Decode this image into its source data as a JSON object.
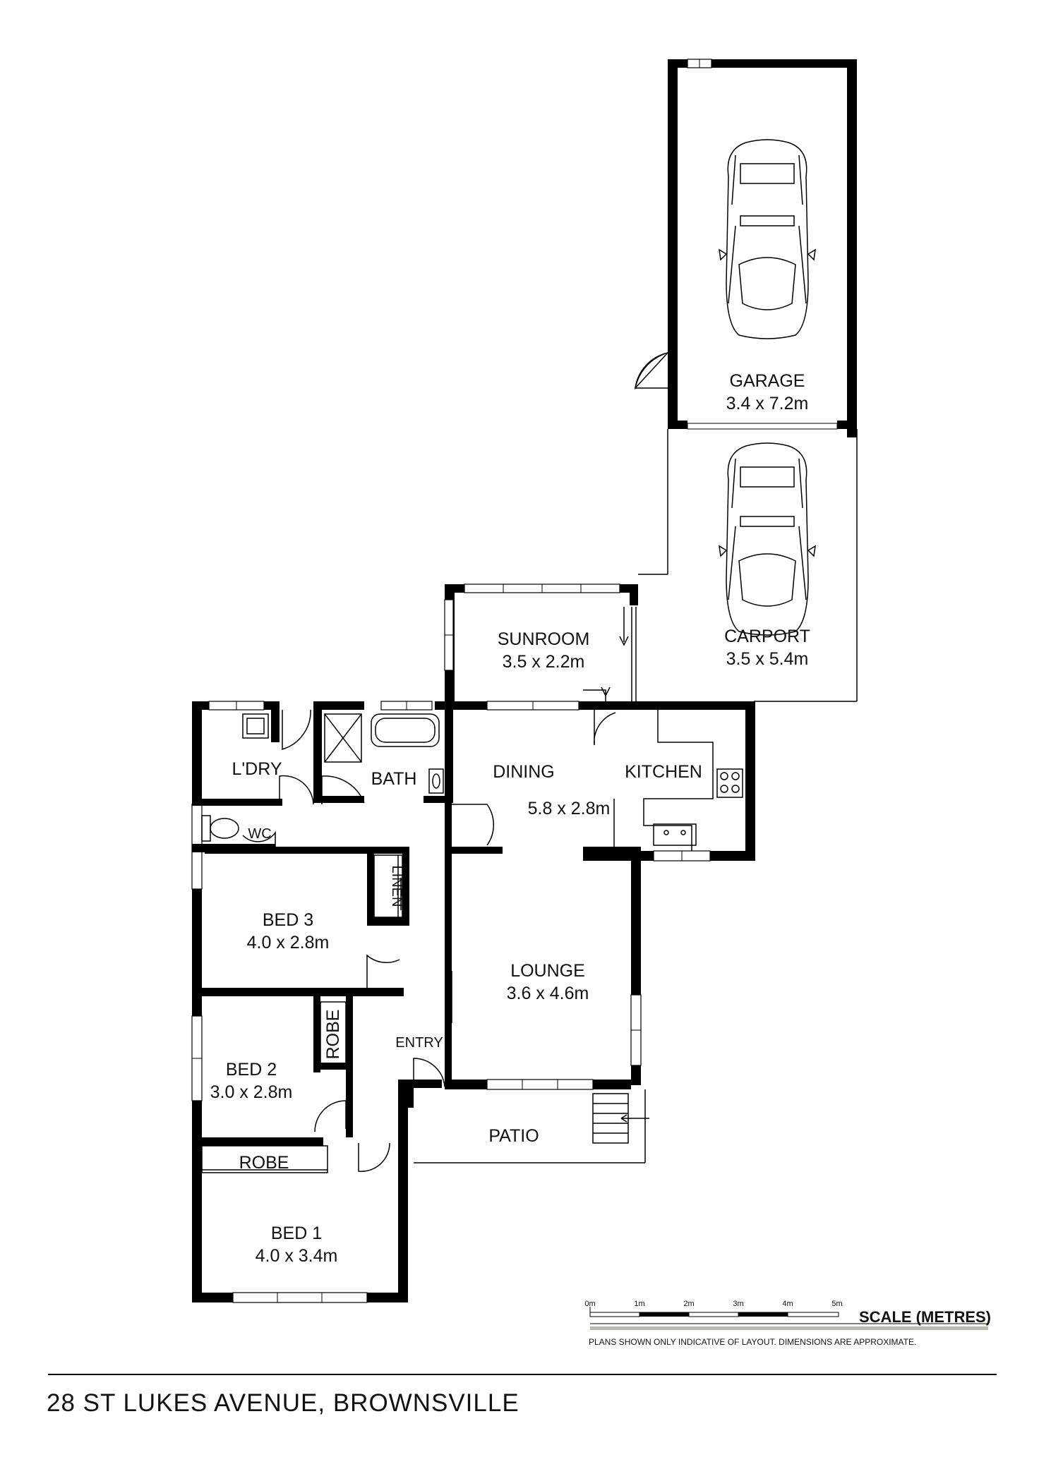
{
  "rooms": {
    "garage": {
      "name": "GARAGE",
      "dims": "3.4 x 7.2m"
    },
    "carport": {
      "name": "CARPORT",
      "dims": "3.5 x 5.4m"
    },
    "sunroom": {
      "name": "SUNROOM",
      "dims": "3.5 x 2.2m"
    },
    "laundry": {
      "name": "L'DRY"
    },
    "bath": {
      "name": "BATH"
    },
    "wc": {
      "name": "WC"
    },
    "dining": {
      "name": "DINING"
    },
    "kitchen": {
      "name": "KITCHEN"
    },
    "dining_kitchen_dims": "5.8 x 2.8m",
    "linen": {
      "name": "LINEN"
    },
    "bed3": {
      "name": "BED 3",
      "dims": "4.0 x 2.8m"
    },
    "lounge": {
      "name": "LOUNGE",
      "dims": "3.6 x 4.6m"
    },
    "robe_bed2": {
      "name": "ROBE"
    },
    "entry": {
      "name": "ENTRY"
    },
    "bed2": {
      "name": "BED 2",
      "dims": "3.0 x 2.8m"
    },
    "patio": {
      "name": "PATIO"
    },
    "robe_bed1": {
      "name": "ROBE"
    },
    "bed1": {
      "name": "BED 1",
      "dims": "4.0 x 3.4m"
    }
  },
  "scale": {
    "ticks": [
      "0m",
      "1m",
      "2m",
      "3m",
      "4m",
      "5m"
    ],
    "title": "SCALE (METRES)"
  },
  "disclaimer": "PLANS SHOWN ONLY INDICATIVE OF LAYOUT.  DIMENSIONS ARE APPROXIMATE.",
  "address": "28 ST LUKES AVENUE, BROWNSVILLE"
}
